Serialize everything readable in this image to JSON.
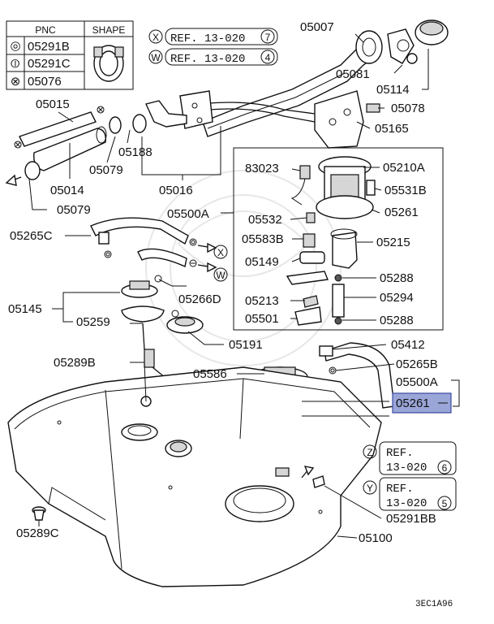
{
  "legend": {
    "headers": {
      "pnc": "PNC",
      "shape": "SHAPE"
    },
    "rows": [
      {
        "symbol": "◎",
        "pnc": "05291B"
      },
      {
        "symbol": "⦶",
        "pnc": "05291C"
      },
      {
        "symbol": "⊗",
        "pnc": "05076"
      }
    ]
  },
  "refs": {
    "x": {
      "letter": "X",
      "text": "REF. 13-020",
      "num": "7"
    },
    "w": {
      "letter": "W",
      "text": "REF. 13-020",
      "num": "4"
    },
    "z": {
      "letter": "Z",
      "line1": "REF.",
      "line2": "13-020",
      "num": "6"
    },
    "y": {
      "letter": "Y",
      "line1": "REF.",
      "line2": "13-020",
      "num": "5"
    }
  },
  "callouts": {
    "c05007": "05007",
    "c05081": "05081",
    "c05114": "05114",
    "c05078": "05078",
    "c05165": "05165",
    "c05015": "05015",
    "c05188": "05188",
    "c05079a": "05079",
    "c05014": "05014",
    "c05016": "05016",
    "c05079b": "05079",
    "c83023": "83023",
    "c05210a": "05210A",
    "c05531b": "05531B",
    "c05500a1": "05500A",
    "c05532": "05532",
    "c05261a": "05261",
    "c05265c": "05265C",
    "c05583b": "05583B",
    "c05215": "05215",
    "c05149": "05149",
    "c05288a": "05288",
    "c05294": "05294",
    "c05213": "05213",
    "c05266d": "05266D",
    "c05145": "05145",
    "c05501": "05501",
    "c05288b": "05288",
    "c05259": "05259",
    "c05191": "05191",
    "c05412": "05412",
    "c05289b": "05289B",
    "c05265b": "05265B",
    "c05586": "05586",
    "c05500a2": "05500A",
    "c05261b": "05261",
    "c05291bb": "05291BB",
    "c05289c": "05289C",
    "c05100": "05100"
  },
  "markers": {
    "x": "X",
    "w": "W",
    "z": "Z",
    "y": "Y"
  },
  "footer": {
    "code": "3EC1A96"
  },
  "colors": {
    "highlight": "#9aa6d8",
    "ink": "#111111"
  }
}
